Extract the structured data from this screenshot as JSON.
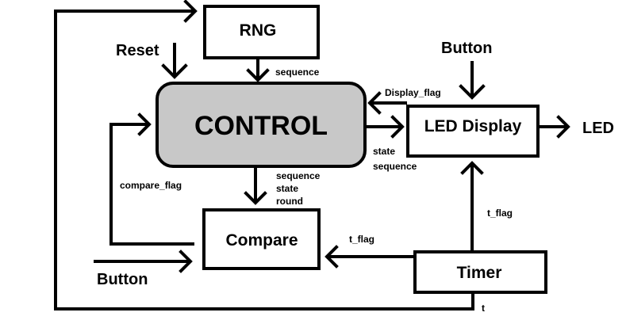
{
  "blocks": {
    "rng": "RNG",
    "control": "CONTROL",
    "led_display": "LED Display",
    "compare": "Compare",
    "timer": "Timer"
  },
  "inputs": {
    "reset": "Reset",
    "button_display": "Button",
    "button_compare": "Button"
  },
  "outputs": {
    "led": "LED"
  },
  "signals": {
    "rng_to_control": "sequence",
    "display_flag": "Display_flag",
    "control_to_display_1": "state",
    "control_to_display_2": "sequence",
    "control_to_compare_1": "sequence",
    "control_to_compare_2": "state",
    "control_to_compare_3": "round",
    "compare_flag": "compare_flag",
    "timer_to_display": "t_flag",
    "timer_to_compare": "t_flag",
    "timer_loop": "t"
  },
  "colors": {
    "control_fill": "#c8c8c8",
    "box_fill": "#ffffff",
    "line": "#000000"
  }
}
